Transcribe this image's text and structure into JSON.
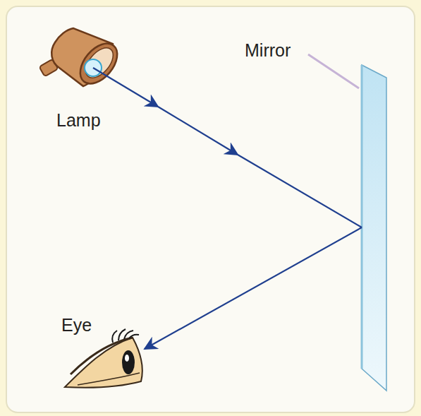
{
  "diagram": {
    "labels": [
      "Mirror",
      "Lamp",
      "Eye"
    ]
  }
}
